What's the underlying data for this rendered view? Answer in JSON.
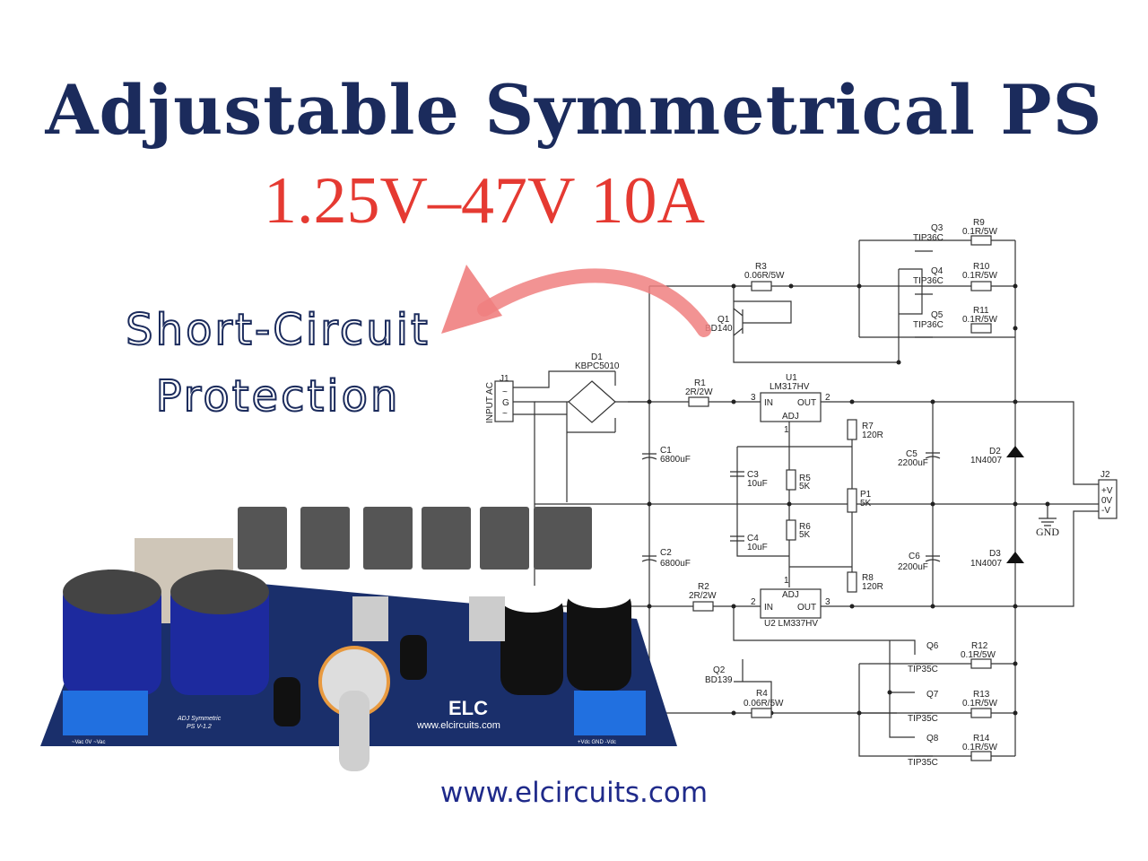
{
  "header": {
    "title": "Adjustable Symmetrical PS",
    "subtitle": "1.25V–47V 10A"
  },
  "callout": {
    "line1": "Short-Circuit",
    "line2": "Protection",
    "arrow_color": "#f08080"
  },
  "footer": {
    "url": "www.elcircuits.com"
  },
  "colors": {
    "title": "#1b2b5c",
    "subtitle": "#e53a32",
    "pcb": "#1a2f6b"
  },
  "pcb": {
    "brand": "ELC",
    "url": "www.elcircuits.com",
    "model_line1": "ADJ Symmetric",
    "model_line2": "PS V-1.2",
    "input_terminals": "~Vac  0V  ~Vac",
    "output_terminals": "+Vdc  GND  -Vdc"
  },
  "schematic": {
    "J1": {
      "ref": "J1",
      "label": "INPUT AC",
      "pins": [
        "~",
        "G",
        "~"
      ]
    },
    "D1": {
      "ref": "D1",
      "value": "KBPC5010"
    },
    "R1": {
      "ref": "R1",
      "value": "2R/2W"
    },
    "R2": {
      "ref": "R2",
      "value": "2R/2W"
    },
    "R3": {
      "ref": "R3",
      "value": "0.06R/5W"
    },
    "R4": {
      "ref": "R4",
      "value": "0.06R/5W"
    },
    "Q1": {
      "ref": "Q1",
      "value": "BD140"
    },
    "Q2": {
      "ref": "Q2",
      "value": "BD139"
    },
    "Q3": {
      "ref": "Q3",
      "value": "TIP36C"
    },
    "Q4": {
      "ref": "Q4",
      "value": "TIP36C"
    },
    "Q5": {
      "ref": "Q5",
      "value": "TIP36C"
    },
    "Q6": {
      "ref": "Q6",
      "value": "TIP35C"
    },
    "Q7": {
      "ref": "Q7",
      "value": "TIP35C"
    },
    "Q8": {
      "ref": "Q8",
      "value": "TIP35C"
    },
    "R9": {
      "ref": "R9",
      "value": "0.1R/5W"
    },
    "R10": {
      "ref": "R10",
      "value": "0.1R/5W"
    },
    "R11": {
      "ref": "R11",
      "value": "0.1R/5W"
    },
    "R12": {
      "ref": "R12",
      "value": "0.1R/5W"
    },
    "R13": {
      "ref": "R13",
      "value": "0.1R/5W"
    },
    "R14": {
      "ref": "R14",
      "value": "0.1R/5W"
    },
    "U1": {
      "ref": "U1",
      "value": "LM317HV",
      "in": "IN",
      "out": "OUT",
      "adj": "ADJ",
      "pin_in": "3",
      "pin_out": "2",
      "pin_adj": "1"
    },
    "U2": {
      "ref": "U2 LM337HV",
      "in": "IN",
      "out": "OUT",
      "adj": "ADJ",
      "pin_in": "2",
      "pin_out": "3",
      "pin_adj": "1"
    },
    "C1": {
      "ref": "C1",
      "value": "6800uF"
    },
    "C2": {
      "ref": "C2",
      "value": "6800uF"
    },
    "C3": {
      "ref": "C3",
      "value": "10uF"
    },
    "C4": {
      "ref": "C4",
      "value": "10uF"
    },
    "C5": {
      "ref": "C5",
      "value": "2200uF"
    },
    "C6": {
      "ref": "C6",
      "value": "2200uF"
    },
    "R5": {
      "ref": "R5",
      "value": "5K"
    },
    "R6": {
      "ref": "R6",
      "value": "5K"
    },
    "R7": {
      "ref": "R7",
      "value": "120R"
    },
    "R8": {
      "ref": "R8",
      "value": "120R"
    },
    "P1": {
      "ref": "P1",
      "value": "5K"
    },
    "D2": {
      "ref": "D2",
      "value": "1N4007"
    },
    "D3": {
      "ref": "D3",
      "value": "1N4007"
    },
    "J2": {
      "ref": "J2",
      "pins": [
        "+V",
        "0V",
        "-V"
      ]
    },
    "GND": {
      "label": "GND"
    }
  }
}
